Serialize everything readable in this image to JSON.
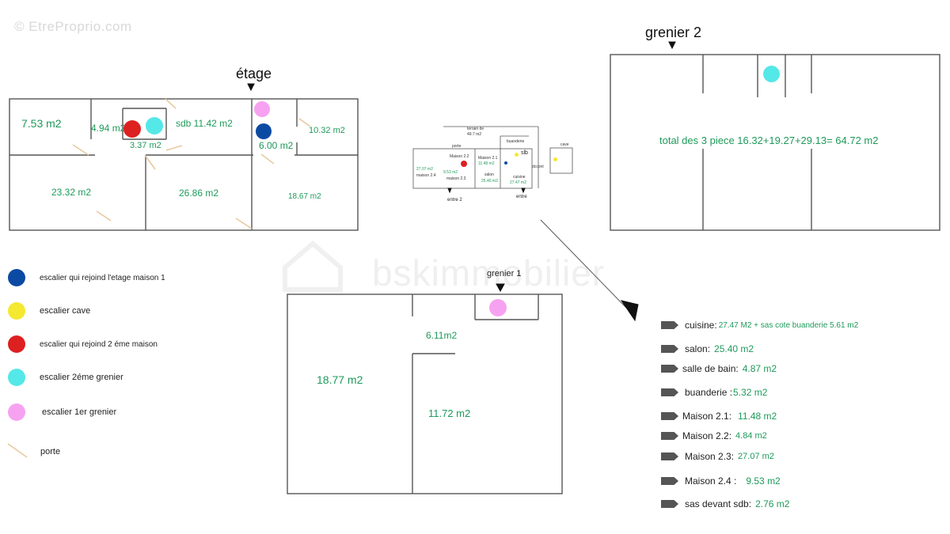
{
  "watermark": {
    "top_left": "© EtreProprio.com",
    "center": "bskimmobilier"
  },
  "colors": {
    "wall": "#555555",
    "dark_blue": "#0b4aa3",
    "yellow": "#f5e830",
    "red": "#dd2020",
    "cyan": "#55e8e8",
    "pink": "#f7a2f1",
    "door": "#e8c9a0",
    "area_text": "#1e9a5a"
  },
  "plans": {
    "etage": {
      "title": "étage",
      "areas": [
        "7.53 m2",
        "4.94 m2",
        "3.37 m2",
        "sdb 11.42 m2",
        "6.00 m2",
        "10.32 m2",
        "23.32 m2",
        "26.86 m2",
        "18.67 m2"
      ]
    },
    "grenier2": {
      "title": "grenier 2",
      "total": "total des 3 piece  16.32+19.27+29.13= 64.72 m2"
    },
    "grenier1": {
      "title": "grenier 1",
      "areas": [
        "6.11m2",
        "18.77 m2",
        "11.72 m2"
      ]
    },
    "mini_plan": {
      "labels": [
        "terrain de",
        "49.7 m2",
        "porte",
        "Maison 2.2",
        "Maison 2.1",
        "11.48 m2",
        "buanderie",
        "27.07 m2",
        "maison 2.4",
        "maison 2.3",
        "9.53 m2",
        "salon",
        "25.40 m2",
        "cuisine",
        "27.47 m2",
        "cave",
        "slb",
        "dccont"
      ],
      "entrance_labels": [
        "entre 2",
        "entre"
      ]
    }
  },
  "legend": [
    {
      "color": "dark_blue",
      "label": "escalier qui rejoind l'etage maison 1"
    },
    {
      "color": "yellow",
      "label": "escalier  cave"
    },
    {
      "color": "red",
      "label": "escalier qui rejoind 2 éme maison"
    },
    {
      "color": "cyan",
      "label": "escalier  2éme grenier"
    },
    {
      "color": "pink",
      "label": "escalier 1er grenier"
    },
    {
      "color": "door",
      "label": "porte"
    }
  ],
  "rooms": [
    {
      "name": "cuisine:",
      "value": "27.47 M2 + sas cote buanderie  5.61 m2"
    },
    {
      "name": "salon:",
      "value": "25.40 m2"
    },
    {
      "name": "salle de bain:",
      "value": "4.87 m2"
    },
    {
      "name": "buanderie :",
      "value": "5.32 m2"
    },
    {
      "name": "Maison 2.1:",
      "value": "11.48 m2"
    },
    {
      "name": "Maison 2.2:",
      "value": "4.84 m2"
    },
    {
      "name": "Maison 2.3:",
      "value": "27.07 m2"
    },
    {
      "name": "Maison 2.4 :",
      "value": "9.53 m2"
    },
    {
      "name": "sas devant sdb:",
      "value": "2.76 m2"
    }
  ]
}
